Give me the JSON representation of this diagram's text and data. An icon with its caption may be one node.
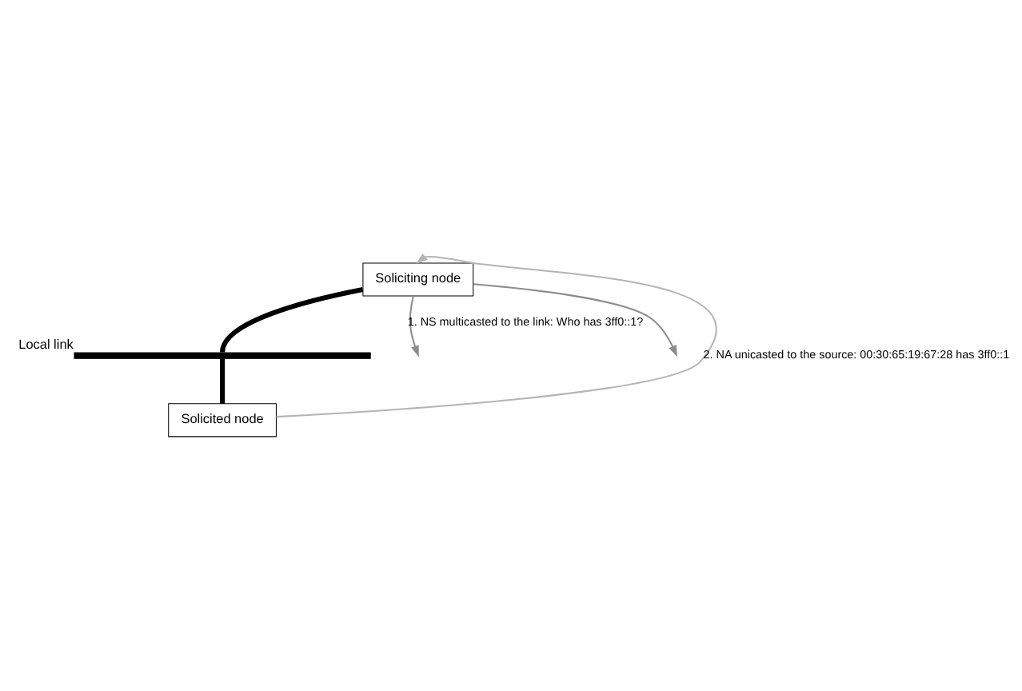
{
  "diagram": {
    "nodes": [
      {
        "text": [
          "Soliciting node"
        ]
      },
      {
        "text": [],
        "shape": "bar",
        "beside": [
          "Local link"
        ]
      },
      {
        "text": [
          "Solicited node"
        ]
      }
    ],
    "edges": [
      {
        "from": 0,
        "to": 1,
        "arrow": "none",
        "style": "thick"
      },
      {
        "from": 1,
        "to": 2,
        "arrow": "none",
        "style": "thick"
      },
      {
        "from": 0,
        "to": null,
        "arrow": "to",
        "color": "#8c8c8c",
        "label": "1. NS multicasted to the link: Who has 3ff0::1?"
      },
      {
        "from": 0,
        "to": null,
        "arrow": "to",
        "color": "#8c8c8c"
      },
      {
        "from": 2,
        "to": 0,
        "arrow": "to",
        "color": "#b4b4b4",
        "label": "2. NA unicasted to the source: 00:30:65:19:67:28 has 3ff0::1"
      }
    ]
  }
}
